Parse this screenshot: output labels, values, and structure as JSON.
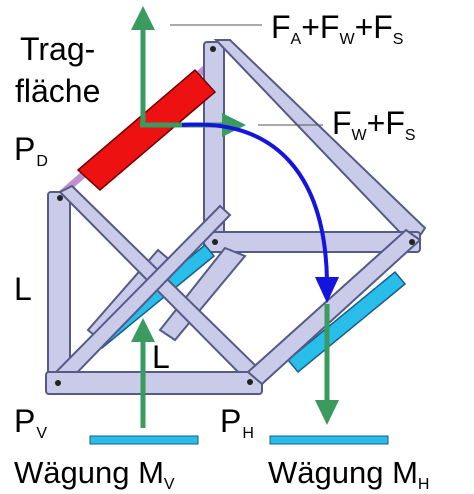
{
  "labels": {
    "wing_line1": "Trag-",
    "wing_line2": "fläche",
    "point_d": "P",
    "point_d_sub": "D",
    "point_v": "P",
    "point_v_sub": "V",
    "point_h": "P",
    "point_h_sub": "H",
    "length_left": "L",
    "length_diag": "L",
    "force_total_a": "F",
    "force_total_a_sub": "A",
    "force_total_plus1": "+F",
    "force_total_w_sub": "W",
    "force_total_plus2": "+F",
    "force_total_s_sub": "S",
    "force_drag_w": "F",
    "force_drag_w_sub": "W",
    "force_drag_plus": "+F",
    "force_drag_s_sub": "S",
    "weigh_v": "Wägung M",
    "weigh_v_sub": "V",
    "weigh_h": "Wägung M",
    "weigh_h_sub": "H"
  },
  "colors": {
    "frame_fill": "#c9cbe8",
    "frame_stroke": "#555a87",
    "wing": "#ee1111",
    "force_arrow": "#3a9a60",
    "rotation_arrow": "#1414dc",
    "scale_pad": "#29bde9",
    "rod": "#c090d0"
  }
}
